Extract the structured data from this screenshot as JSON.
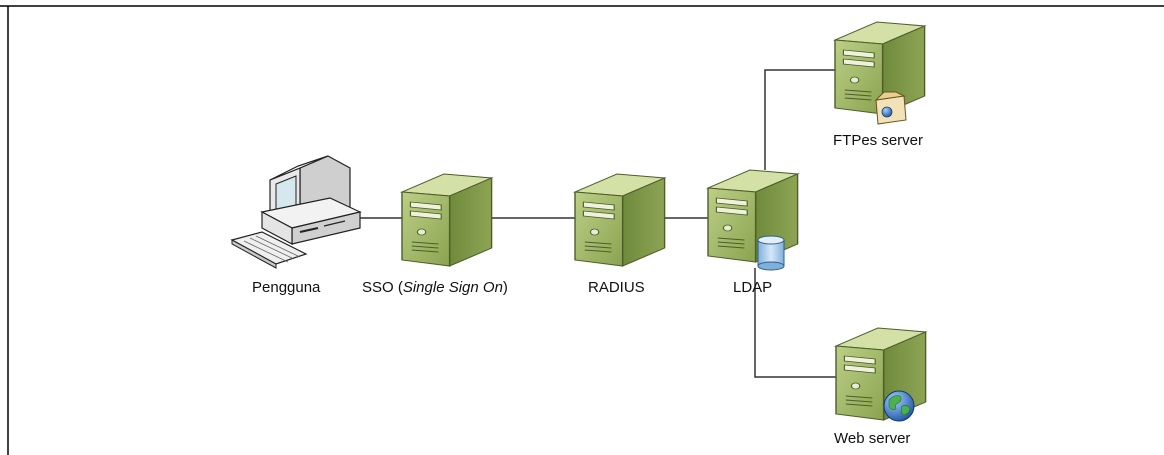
{
  "nodes": {
    "pengguna": {
      "label": "Pengguna",
      "icon": "desktop-computer-icon"
    },
    "sso": {
      "label_prefix": "SSO (",
      "label_italic": "Single Sign On",
      "label_suffix": ")",
      "icon": "server-tower-icon"
    },
    "radius": {
      "label": "RADIUS",
      "icon": "server-tower-icon"
    },
    "ldap": {
      "label": "LDAP",
      "icon": "server-tower-icon",
      "badge": "database-icon"
    },
    "ftpes": {
      "label": "FTPes server",
      "icon": "server-tower-icon",
      "badge": "ftp-folder-icon"
    },
    "web": {
      "label": "Web server",
      "icon": "server-tower-icon",
      "badge": "globe-icon"
    }
  },
  "connections": [
    [
      "pengguna",
      "sso"
    ],
    [
      "sso",
      "radius"
    ],
    [
      "radius",
      "ldap"
    ],
    [
      "ldap",
      "ftpes"
    ],
    [
      "ldap",
      "web"
    ]
  ],
  "colors": {
    "server_front": "#9cb25f",
    "server_side": "#7e9645",
    "server_top": "#c9d89a",
    "line": "#333333",
    "globe": "#2d6db8",
    "database": "#9cc2e3"
  }
}
